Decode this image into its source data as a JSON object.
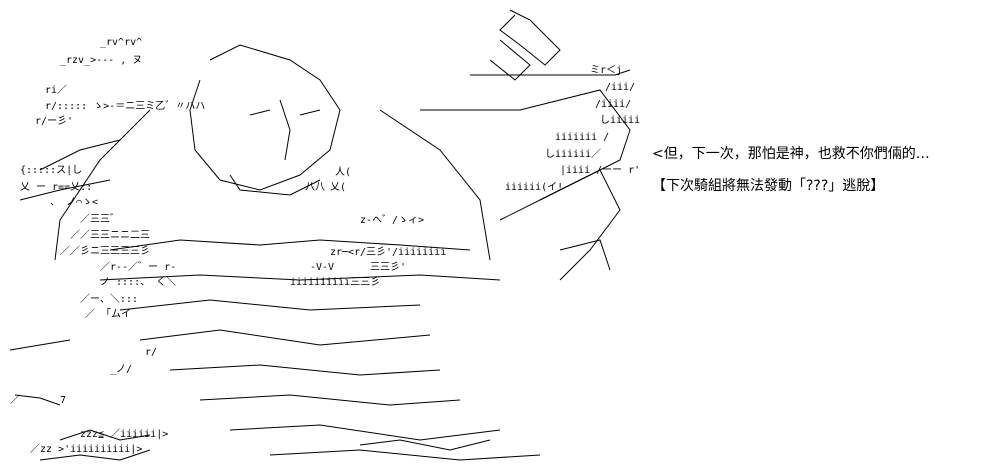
{
  "dialogue": "<但，下一次，那怕是神，也救不你們倆的…",
  "caption": "【下次騎組將無法發動「???」逃脫】",
  "art": {
    "description_icon": "ascii-art-figure",
    "fragments": [
      "_rv^rv^",
      "_rzv_>--- , ヌ",
      "ri／",
      "r/::::: ゝ>-＝ニ三ミ乙゛〃ハハ",
      "r/ー彡'",
      "{:::::ス|し",
      "乂 ー r==乂::",
      "、 ノ⌒ゝ<",
      "／三三゛",
      "／／三三ニニ二三",
      "／／彡ニ三三三三彡",
      "／r--／゛ー r-",
      "ノ ::::、 く＼",
      "／ー、＼:::",
      "／ 「ムイ",
      "r/",
      "_ノ/",
      "7",
      "／",
      "zzz≦ ／iiiiii|>",
      "／zz >'iiiiiiiiii|>",
      "/三彡'/iiiiiiii",
      "ミr＜j",
      "/iii/",
      "/iiii/",
      "しiiiii/",
      "iiiiiii /",
      "しiiiiii／",
      "|iiii /ーー r'",
      "iiiiii(イ!",
      "z-ヘ゛/ゝィ>",
      "zr─<r",
      "三三彡'",
      "三三彡'/iiiiiiii",
      "iiiiiiiiii三三彡",
      "-V-V",
      "人(",
      "乂(",
      "八八"
    ]
  }
}
